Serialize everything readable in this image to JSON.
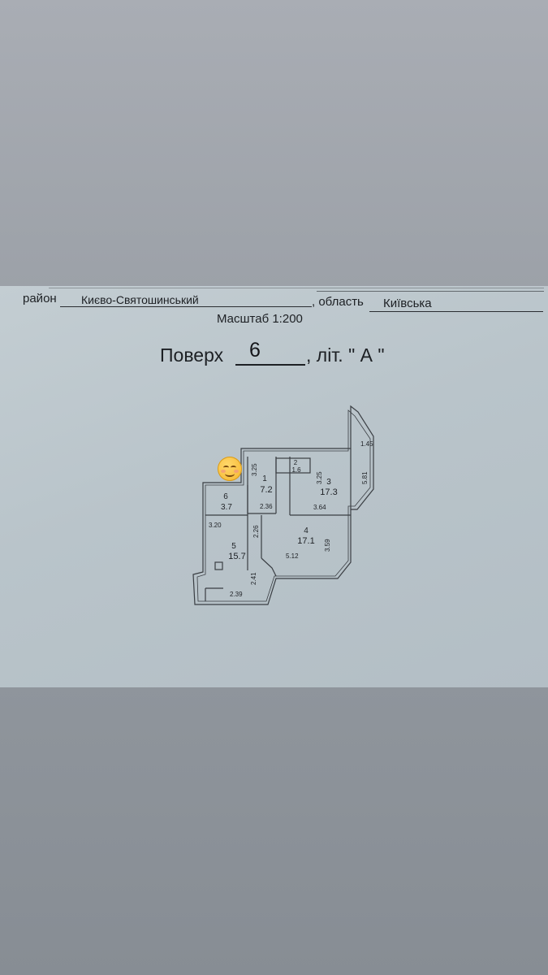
{
  "header": {
    "district_label": "район",
    "district_value": "Києво-Святошинський",
    "region_label": ", область",
    "region_value": "Київська",
    "scale": "Масштаб  1:200"
  },
  "floor": {
    "label": "Поверх",
    "number": "6",
    "suffix": ", літ. \" А \""
  },
  "rooms": [
    {
      "id": "1",
      "area": "7.2"
    },
    {
      "id": "2",
      "area": "1.6"
    },
    {
      "id": "3",
      "area": "17.3"
    },
    {
      "id": "4",
      "area": "17.1"
    },
    {
      "id": "5",
      "area": "15.7"
    },
    {
      "id": "6",
      "area": "3.7"
    }
  ],
  "dimensions": {
    "balcony": "1.45",
    "right_wall": "5.81",
    "r1_height": "3.25",
    "r3_height": "3.25",
    "r1_width": "2.36",
    "r3_width": "3.64",
    "r5_width_top": "3.20",
    "r5_hall": "2.26",
    "r4_height": "3.59",
    "r4_width": "5.12",
    "r5_side": "2.41",
    "r5_width_bottom": "2.39"
  }
}
